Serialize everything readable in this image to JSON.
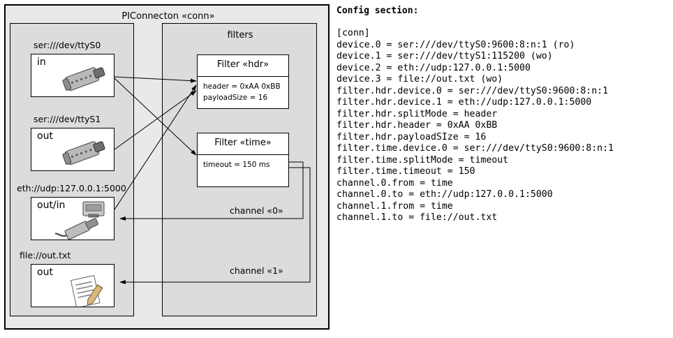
{
  "diagram": {
    "title": "PIConnecton «conn»",
    "devices": [
      {
        "label": "ser:///dev/ttyS0",
        "caption": "in",
        "icon": "serial-port-icon"
      },
      {
        "label": "ser:///dev/ttyS1",
        "caption": "out",
        "icon": "serial-port-icon"
      },
      {
        "label": "eth://udp:127.0.0.1:5000",
        "caption": "out/in",
        "icon": "network-plug-icon"
      },
      {
        "label": "file://out.txt",
        "caption": "out",
        "icon": "text-file-icon"
      }
    ],
    "filters_group_title": "filters",
    "filters": [
      {
        "title": "Filter «hdr»",
        "lines": [
          "header = 0xAA 0xBB",
          "payloadSize = 16"
        ]
      },
      {
        "title": "Filter «time»",
        "lines": [
          "timeout = 150 ms"
        ]
      }
    ],
    "channels": [
      {
        "label": "channel «0»"
      },
      {
        "label": "channel «1»"
      }
    ]
  },
  "config": {
    "heading": "Config section:",
    "text": "[conn]\ndevice.0 = ser:///dev/ttyS0:9600:8:n:1 (ro)\ndevice.1 = ser:///dev/ttyS1:115200 (wo)\ndevice.2 = eth://udp:127.0.0.1:5000\ndevice.3 = file://out.txt (wo)\nfilter.hdr.device.0 = ser:///dev/ttyS0:9600:8:n:1\nfilter.hdr.device.1 = eth://udp:127.0.0.1:5000\nfilter.hdr.splitMode = header\nfilter.hdr.header = 0xAA 0xBB\nfilter.hdr.payloadSIze = 16\nfilter.time.device.0 = ser:///dev/ttyS0:9600:8:n:1\nfilter.time.splitMode = timeout\nfilter.time.timeout = 150\nchannel.0.from = time\nchannel.0.to = eth://udp:127.0.0.1:5000\nchannel.1.from = time\nchannel.1.to = file://out.txt"
  },
  "colors": {
    "outer_bg": "#e9e9e9",
    "group_bg": "#dcdcdc",
    "card_bg": "#ffffff",
    "stroke": "#000000"
  }
}
